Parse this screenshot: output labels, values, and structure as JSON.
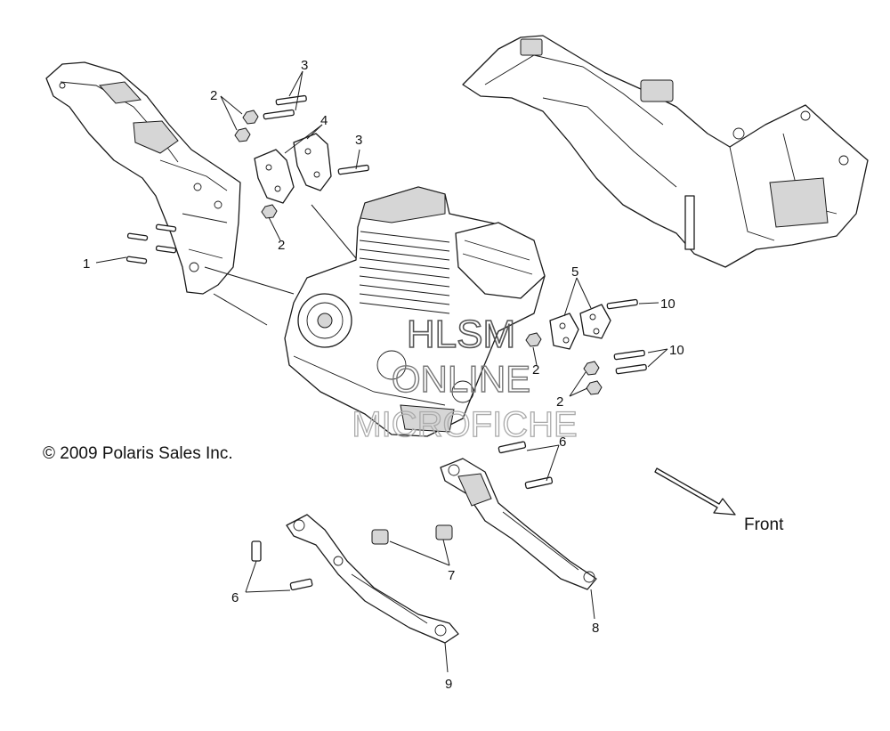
{
  "copyright": "© 2009 Polaris Sales Inc.",
  "front_label": "Front",
  "watermark": {
    "line1": "HLSM",
    "line2": "ONLINE",
    "line3": "MICROFICHE"
  },
  "callouts": {
    "c1": "1",
    "c2a": "2",
    "c2b": "2",
    "c2c": "2",
    "c2d": "2",
    "c3a": "3",
    "c3b": "3",
    "c4": "4",
    "c5": "5",
    "c6a": "6",
    "c6b": "6",
    "c7": "7",
    "c8": "8",
    "c9": "9",
    "c10a": "10",
    "c10b": "10"
  }
}
